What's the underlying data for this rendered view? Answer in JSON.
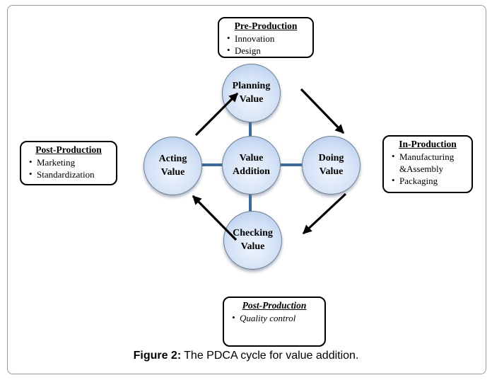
{
  "caption": {
    "label": "Figure 2:",
    "text": "The PDCA cycle for value addition."
  },
  "nodes": {
    "planning": {
      "line1": "Planning",
      "line2": "Value"
    },
    "doing": {
      "line1": "Doing",
      "line2": "Value"
    },
    "checking": {
      "line1": "Checking",
      "line2": "Value"
    },
    "acting": {
      "line1": "Acting",
      "line2": "Value"
    },
    "center": {
      "line1": "Value",
      "line2": "Addition"
    }
  },
  "boxes": {
    "pre_production": {
      "title": "Pre-Production",
      "items": [
        "Innovation",
        "Design"
      ]
    },
    "post_production_left": {
      "title": "Post-Production",
      "items": [
        "Marketing",
        "Standardization"
      ]
    },
    "in_production": {
      "title": "In-Production",
      "items": [
        "Manufacturing &Assembly",
        "Packaging"
      ]
    },
    "post_production_bottom": {
      "title": "Post-Production",
      "items": [
        "Quality control"
      ]
    }
  },
  "colors": {
    "circle_fill_light": "#eef4fc",
    "circle_fill_dark": "#a9c4ea",
    "circle_border": "#6f7f90",
    "connector": "#3d6a99",
    "arrow": "#000000",
    "box_border": "#000000",
    "frame_border": "#9b9b9b"
  }
}
